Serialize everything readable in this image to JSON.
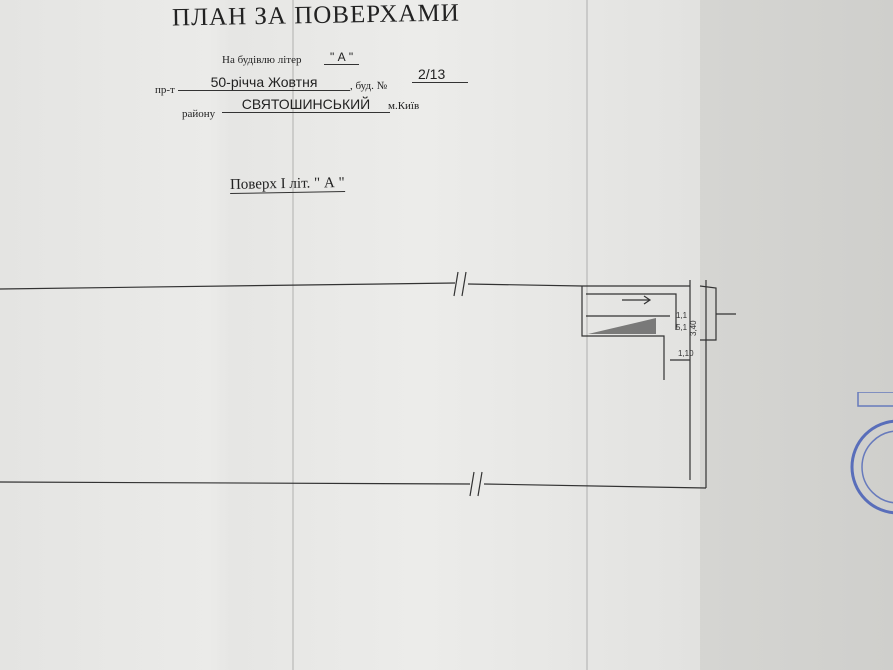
{
  "doc": {
    "title": "ПЛАН ЗА ПОВЕРХАМИ",
    "building_label": "На будівлю літер",
    "building_letter": "\" А \"",
    "street_prefix": "пр-т",
    "street_name": "50-річча Жовтня",
    "house_label": ", буд. №",
    "house_number": "2/13",
    "district_label": "району",
    "district_name": "СВЯТОШИНСЬКИЙ",
    "city": "м.Київ",
    "floor_label": "Поверх  I  літ. \" А \""
  },
  "plan": {
    "dims": [
      "1,1",
      "5,1",
      "3,40",
      "1,10"
    ]
  },
  "colors": {
    "paper": "#e8e8e6",
    "ink": "#222222",
    "stamp": "#3b55b5"
  }
}
